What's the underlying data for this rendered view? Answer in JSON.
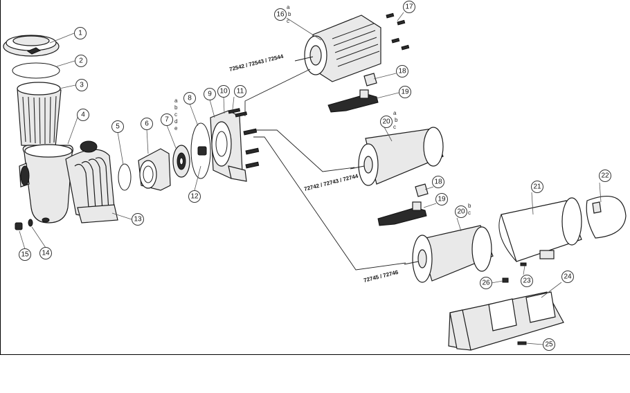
{
  "callouts": [
    "1",
    "2",
    "3",
    "4",
    "5",
    "6",
    "7",
    "8",
    "9",
    "10",
    "11",
    "12",
    "13",
    "14",
    "15",
    "16",
    "17",
    "18",
    "19",
    "20",
    "21",
    "22",
    "23",
    "24",
    "25",
    "26",
    "18",
    "19",
    "20"
  ],
  "variants": {
    "seal": [
      "a",
      "b",
      "c",
      "d",
      "e"
    ],
    "motor_16": [
      "a",
      "b",
      "c"
    ],
    "motor_20a": [
      "a",
      "b",
      "c"
    ],
    "motor_20b": [
      "b",
      "c"
    ]
  },
  "models": {
    "motor_a": "72542 / 72543 / 72544",
    "motor_b": "72742 / 72743 / 72744",
    "motor_c": "72745 / 72746"
  }
}
